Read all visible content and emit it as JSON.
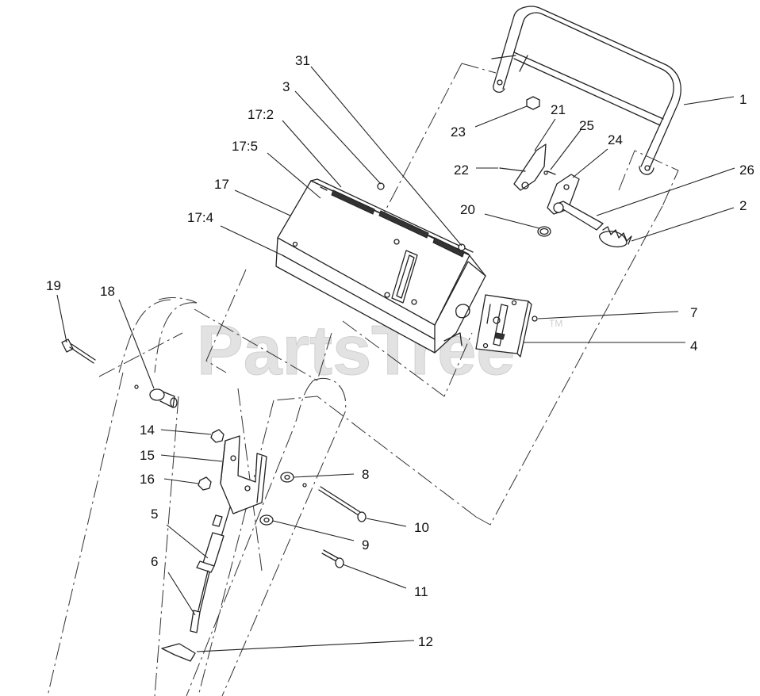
{
  "watermark": {
    "text": "PartsTree",
    "trademark": "TM"
  },
  "callouts": [
    {
      "id": "c1",
      "label": "1"
    },
    {
      "id": "c2",
      "label": "2"
    },
    {
      "id": "c3",
      "label": "3"
    },
    {
      "id": "c4",
      "label": "4"
    },
    {
      "id": "c5",
      "label": "5"
    },
    {
      "id": "c6",
      "label": "6"
    },
    {
      "id": "c7",
      "label": "7"
    },
    {
      "id": "c8",
      "label": "8"
    },
    {
      "id": "c9",
      "label": "9"
    },
    {
      "id": "c10",
      "label": "10"
    },
    {
      "id": "c11",
      "label": "11"
    },
    {
      "id": "c12",
      "label": "12"
    },
    {
      "id": "c14",
      "label": "14"
    },
    {
      "id": "c15",
      "label": "15"
    },
    {
      "id": "c16",
      "label": "16"
    },
    {
      "id": "c17",
      "label": "17"
    },
    {
      "id": "c17_2",
      "label": "17:2"
    },
    {
      "id": "c17_4",
      "label": "17:4"
    },
    {
      "id": "c17_5",
      "label": "17:5"
    },
    {
      "id": "c18",
      "label": "18"
    },
    {
      "id": "c19",
      "label": "19"
    },
    {
      "id": "c20",
      "label": "20"
    },
    {
      "id": "c21",
      "label": "21"
    },
    {
      "id": "c22",
      "label": "22"
    },
    {
      "id": "c23",
      "label": "23"
    },
    {
      "id": "c24",
      "label": "24"
    },
    {
      "id": "c25",
      "label": "25"
    },
    {
      "id": "c26",
      "label": "26"
    },
    {
      "id": "c31",
      "label": "31"
    }
  ]
}
